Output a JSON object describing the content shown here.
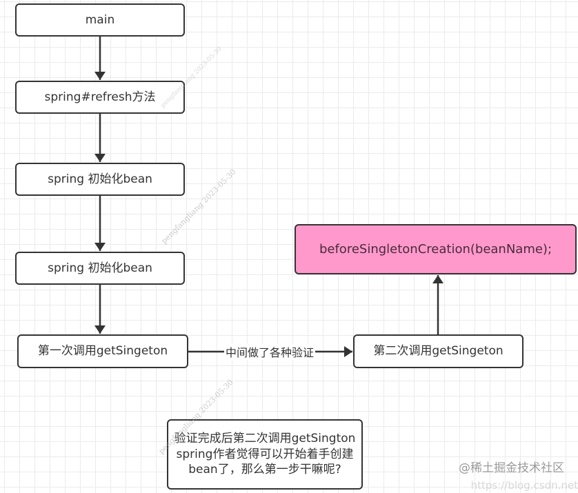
{
  "diagram": {
    "nodes": {
      "main": "main",
      "refresh": "spring#refresh方法",
      "init1": "spring 初始化bean",
      "init2": "spring 初始化bean",
      "first_call": "第一次调用getSingeton",
      "second_call": "第二次调用getSingeton",
      "before_creation": "beforeSingletonCreation(beanName);",
      "note_lines": [
        "验证完成后第二次调用getSington",
        "spring作者觉得可以开始着手创建",
        "bean了，那么第一步干嘛呢?"
      ]
    },
    "edges": [
      {
        "from": "main",
        "to": "refresh",
        "label": ""
      },
      {
        "from": "refresh",
        "to": "init1",
        "label": ""
      },
      {
        "from": "init1",
        "to": "init2",
        "label": ""
      },
      {
        "from": "init2",
        "to": "first_call",
        "label": ""
      },
      {
        "from": "first_call",
        "to": "second_call",
        "label": "中间做了各种验证"
      },
      {
        "from": "second_call",
        "to": "before_creation",
        "label": ""
      }
    ],
    "colors": {
      "node_border": "#333333",
      "highlight_fill": "#ff99cc"
    }
  },
  "watermarks": {
    "author": "pengfangliang 2023-05-30",
    "site": "@稀土掘金技术社区",
    "site_url": "https://blog.csdn.net"
  }
}
